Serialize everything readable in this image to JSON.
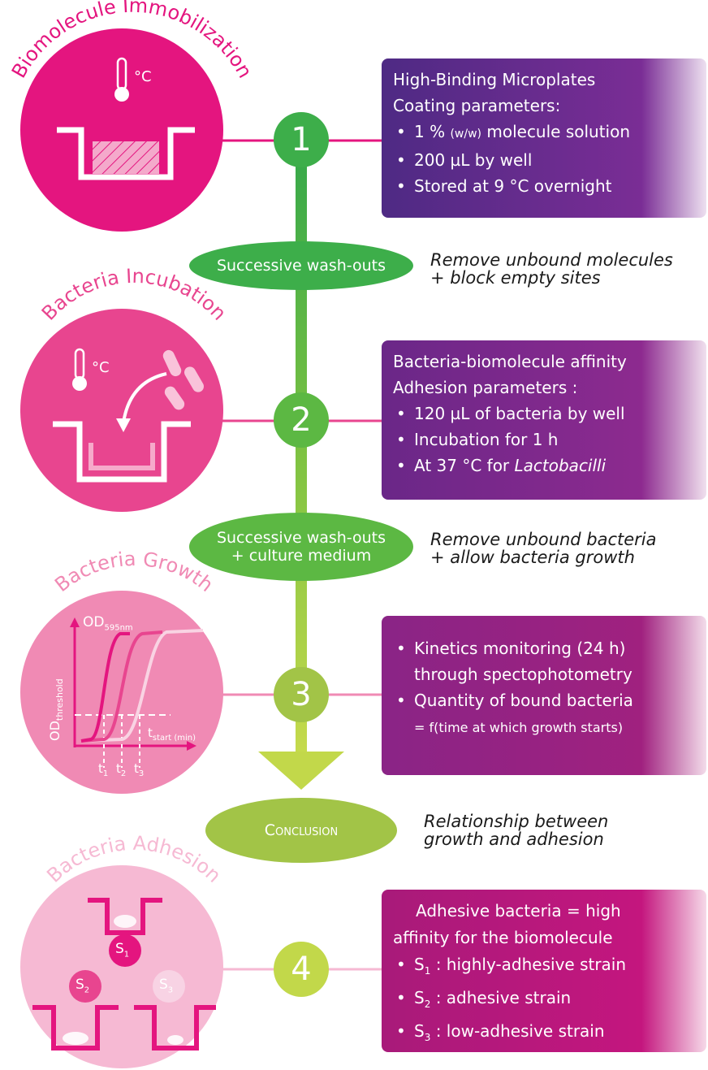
{
  "stages": [
    {
      "title": "Biomolecule Immobilization",
      "number": "1",
      "color": "#e4157f"
    },
    {
      "title": "Bacteria Incubation",
      "number": "2",
      "color": "#e8458f"
    },
    {
      "title": "Bacteria Growth",
      "number": "3",
      "color": "#f08ab4"
    },
    {
      "title": "Bacteria Adhesion",
      "number": "4",
      "color": "#f6b9d3"
    }
  ],
  "box1": {
    "line1": "High-Binding Microplates",
    "line2": "Coating parameters:",
    "b1_pre": "1 % ",
    "b1_small": "(w/w)",
    "b1_post": " molecule solution",
    "b2": "200 µL by well",
    "b3": "Stored at 9 °C  overnight"
  },
  "box2": {
    "line1": "Bacteria-biomolecule affinity",
    "line2": "Adhesion parameters :",
    "b1": "120 µL of bacteria by well",
    "b2": "Incubation for 1 h",
    "b3_pre": "At 37 °C for ",
    "b3_italic": "Lactobacilli"
  },
  "box3": {
    "b1": "Kinetics  monitoring  (24  h)",
    "b1_cont": "through spectophotometry",
    "b2": "Quantity of bound bacteria",
    "b2_cont": "= f(time at which growth starts)"
  },
  "box4": {
    "line1": "Adhesive bacteria = high",
    "line2": "affinity for the biomolecule",
    "s1": "S",
    "s1_sub": "1",
    "b1": " : highly-adhesive strain",
    "s2": "S",
    "s2_sub": "2",
    "b2": " : adhesive strain",
    "s3": "S",
    "s3_sub": "3",
    "b3": " : low-adhesive strain"
  },
  "pills": [
    {
      "line1": "Successive wash-outs",
      "line2": "",
      "color": "#3dae4a"
    },
    {
      "line1": "Successive wash-outs",
      "line2": "+ culture medium",
      "color": "#5cb843"
    },
    {
      "line1": "Conclusion",
      "line2": "",
      "color": "#a2c447"
    }
  ],
  "notes": [
    {
      "line1": "Remove unbound molecules",
      "line2": "+ block empty sites"
    },
    {
      "line1": "Remove unbound bacteria",
      "line2": "+ allow bacteria growth"
    },
    {
      "line1": "Relationship between",
      "line2": "growth and adhesion"
    }
  ],
  "thermo_unit": "°C",
  "chart": {
    "y_label": "OD",
    "y_label_sub": "595nm",
    "threshold_label": "OD",
    "threshold_sub": "threshold",
    "x_label": "t",
    "x_label_sub": "start (min)",
    "t1": "t",
    "t1_sub": "1",
    "t2": "t",
    "t2_sub": "2",
    "t3": "t",
    "t3_sub": "3"
  },
  "strains": [
    {
      "label": "S",
      "sub": "1",
      "color": "#e4157f"
    },
    {
      "label": "S",
      "sub": "2",
      "color": "#e8458f"
    },
    {
      "label": "S",
      "sub": "3",
      "color": "#f8d3e4"
    }
  ],
  "colors": {
    "purple_dark": "#5b2a86",
    "purple_mid": "#8a2a8e",
    "magenta": "#a0207f",
    "green1": "#3dae4a",
    "green2": "#7cc242",
    "green3": "#a2c447",
    "green4": "#c2d84a"
  }
}
